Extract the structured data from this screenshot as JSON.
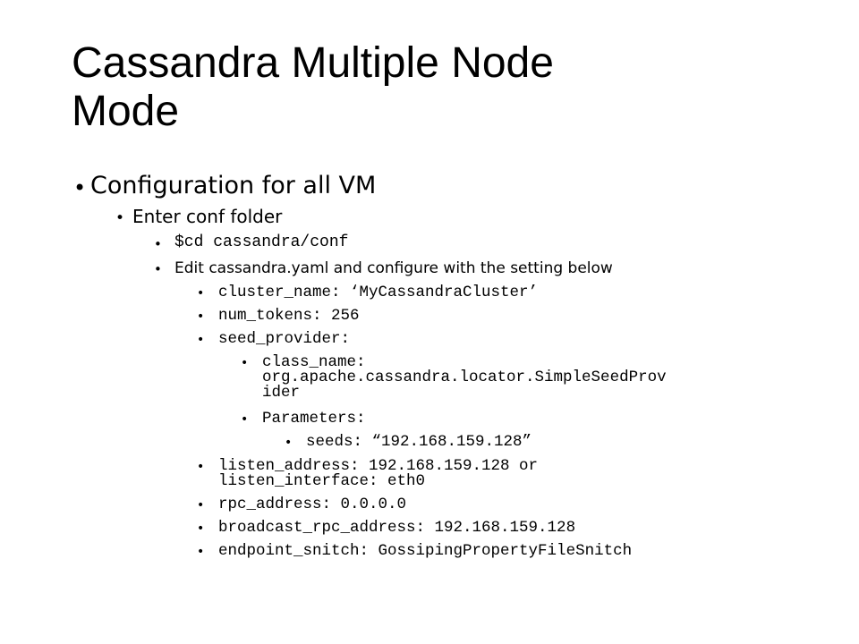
{
  "slide": {
    "title_line1": "Cassandra Multiple Node",
    "title_line2": "Mode",
    "bullet_glyph": "•",
    "items": {
      "configuration": "Configuration for all VM",
      "enter_conf": "Enter conf folder",
      "cd_cmd": "$cd cassandra/conf",
      "edit_yaml": "Edit cassandra.yaml and configure with the setting below",
      "cluster_name": "cluster_name: ‘MyCassandraCluster’",
      "num_tokens": "num_tokens: 256",
      "seed_provider": "seed_provider:",
      "class_name_1": "class_name:",
      "class_name_2": "org.apache.cassandra.locator.SimpleSeedProv",
      "class_name_3": "ider",
      "parameters": "Parameters:",
      "seeds": "seeds: “192.168.159.128”",
      "listen_address_1": "listen_address: 192.168.159.128 or",
      "listen_address_2": "listen_interface: eth0",
      "rpc_address": "rpc_address: 0.0.0.0",
      "broadcast_rpc_address": "broadcast_rpc_address: 192.168.159.128",
      "endpoint_snitch": "endpoint_snitch: GossipingPropertyFileSnitch"
    }
  }
}
